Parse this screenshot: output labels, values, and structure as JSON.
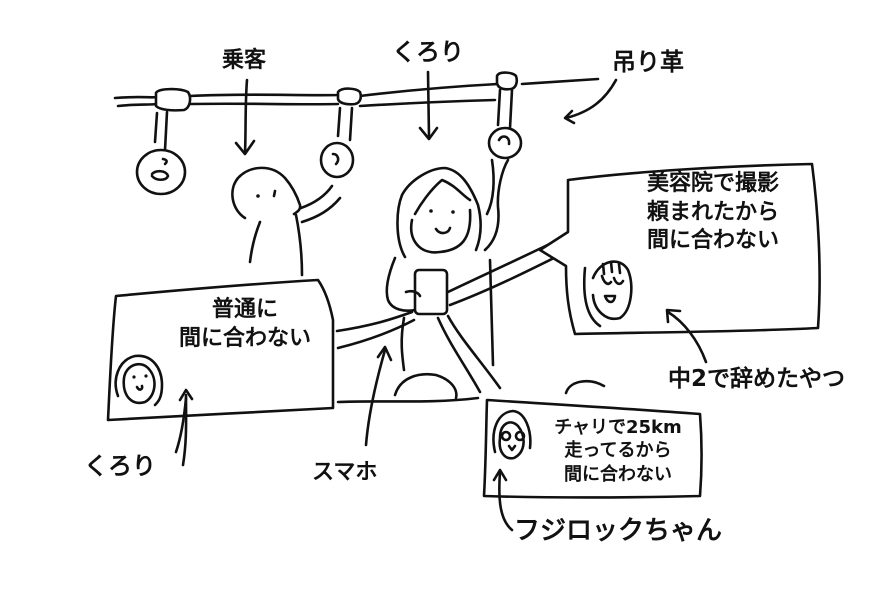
{
  "illustration": {
    "title": "Train commute sketch",
    "stroke_color": "#111111",
    "background_color": "#ffffff"
  },
  "labels": {
    "passenger": "乗客",
    "kurori_top": "くろり",
    "strap": "吊り革",
    "smartphone": "スマホ",
    "kurori_bottom": "くろり",
    "quit_in_8th_grade": "中2で辞めたやつ",
    "fuji_rock": "フジロックちゃん"
  },
  "bubbles": {
    "kurori": {
      "speaker": "くろり",
      "lines": [
        "普通に",
        "間に合わない"
      ]
    },
    "friend_salon": {
      "speaker": "中2で辞めたやつ",
      "lines": [
        "美容院で撮影",
        "頼まれたから",
        "間に合わない"
      ]
    },
    "fuji_rock": {
      "speaker": "フジロックちゃん",
      "lines": [
        "チャリで25km",
        "走ってるから",
        "間に合わない"
      ]
    }
  }
}
